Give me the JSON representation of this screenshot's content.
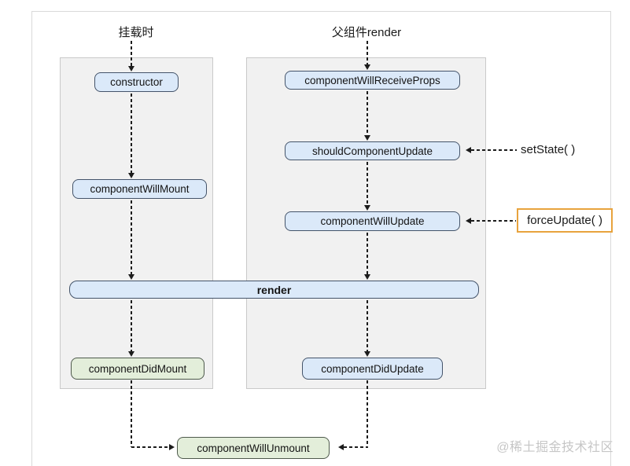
{
  "diagram": {
    "mount_column": {
      "header": "挂载时"
    },
    "update_column": {
      "header": "父组件render"
    },
    "nodes": {
      "constructor": "constructor",
      "component_will_mount": "componentWillMount",
      "component_will_receive_props": "componentWillReceiveProps",
      "should_component_update": "shouldComponentUpdate",
      "component_will_update": "componentWillUpdate",
      "render": "render",
      "component_did_mount": "componentDidMount",
      "component_did_update": "componentDidUpdate",
      "component_will_unmount": "componentWillUnmount"
    },
    "triggers": {
      "set_state": "setState( )",
      "force_update": "forceUpdate( )"
    },
    "colors": {
      "lifecycle_node_fill": "#dbe9f9",
      "result_node_fill": "#e3eeda",
      "node_border": "#44546a",
      "force_update_accent": "#e8a33d",
      "panel_fill": "#f1f1f1",
      "arrow": "#1c1c1c"
    }
  },
  "watermark": "@稀土掘金技术社区"
}
